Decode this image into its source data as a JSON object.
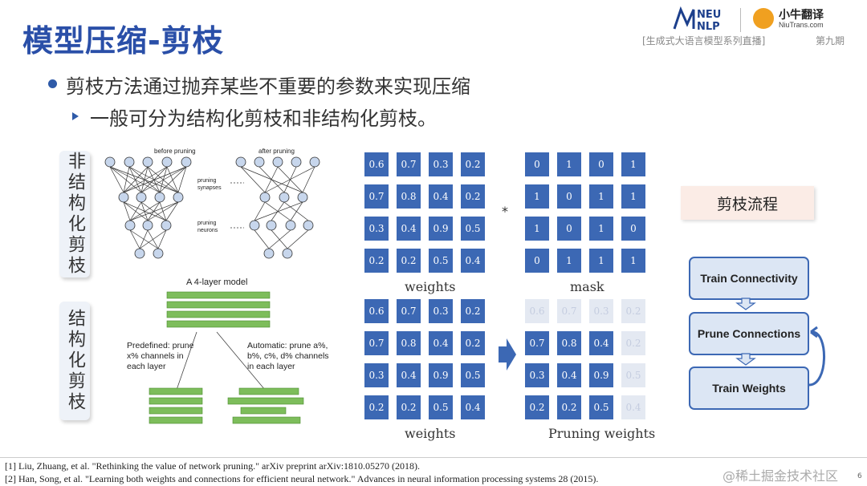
{
  "title": "模型压缩-剪枝",
  "header": {
    "logo_left": "NEU NLP",
    "logo_right_name": "小牛翻译",
    "logo_right_url": "NiuTrans.com",
    "series": "[生成式大语言模型系列直播]",
    "episode": "第九期"
  },
  "bullets": {
    "main": "剪枝方法通过抛弃某些不重要的参数来实现压缩",
    "sub": "一般可分为结构化剪枝和非结构化剪枝。"
  },
  "side_labels": {
    "unstructured": "非结构化剪枝",
    "structured": "结构化剪枝"
  },
  "nn_figure": {
    "before": "before pruning",
    "after": "after pruning",
    "pruning_synapses": "pruning synapses",
    "pruning_neurons": "pruning neurons"
  },
  "struct_figure": {
    "model": "A 4-layer model",
    "predefined": [
      "Predefined: prune",
      "x% channels in",
      "each layer"
    ],
    "automatic": [
      "Automatic: prune a%,",
      "b%, c%, d% channels",
      "in each layer"
    ]
  },
  "matrices": {
    "weights": [
      [
        "0.6",
        "0.7",
        "0.3",
        "0.2"
      ],
      [
        "0.7",
        "0.8",
        "0.4",
        "0.2"
      ],
      [
        "0.3",
        "0.4",
        "0.9",
        "0.5"
      ],
      [
        "0.2",
        "0.2",
        "0.5",
        "0.4"
      ]
    ],
    "mask": [
      [
        "0",
        "1",
        "0",
        "1"
      ],
      [
        "1",
        "0",
        "1",
        "1"
      ],
      [
        "1",
        "0",
        "1",
        "0"
      ],
      [
        "0",
        "1",
        "1",
        "1"
      ]
    ],
    "weights_label": "weights",
    "mask_label": "mask",
    "multiply": "*",
    "pruned_label": "Pruning weights"
  },
  "flow": {
    "title": "剪枝流程",
    "steps": [
      "Train Connectivity",
      "Prune Connections",
      "Train Weights"
    ]
  },
  "references": [
    "[1] Liu, Zhuang, et al. \"Rethinking the value of network pruning.\" arXiv preprint arXiv:1810.05270 (2018).",
    "[2] Han, Song, et al. \"Learning both weights and connections for efficient neural network.\" Advances in neural information processing systems 28 (2015)."
  ],
  "page_number": "6",
  "watermark": "@稀土掘金技术社区",
  "colors": {
    "title": "#2a4fa8",
    "cell": "#3c68b4",
    "cell_dim": "#e4e9f2",
    "flow_fill": "#dce6f4",
    "layer_green": "#7dbd5b"
  }
}
